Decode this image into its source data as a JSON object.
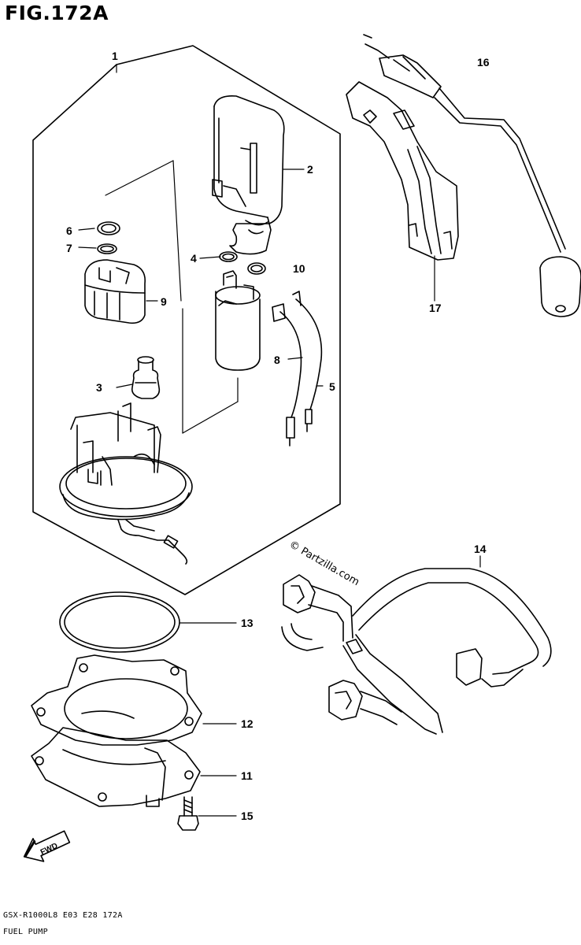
{
  "figure": {
    "title": "FIG.172A",
    "footer_model": "GSX-R1000L8  E03  E28  172A",
    "footer_name": "FUEL PUMP",
    "watermark": "© Partzilla.com",
    "fwd_label": "FWD"
  },
  "callouts": [
    "1",
    "2",
    "3",
    "4",
    "5",
    "6",
    "7",
    "8",
    "9",
    "10",
    "11",
    "12",
    "13",
    "14",
    "15",
    "16",
    "17"
  ]
}
